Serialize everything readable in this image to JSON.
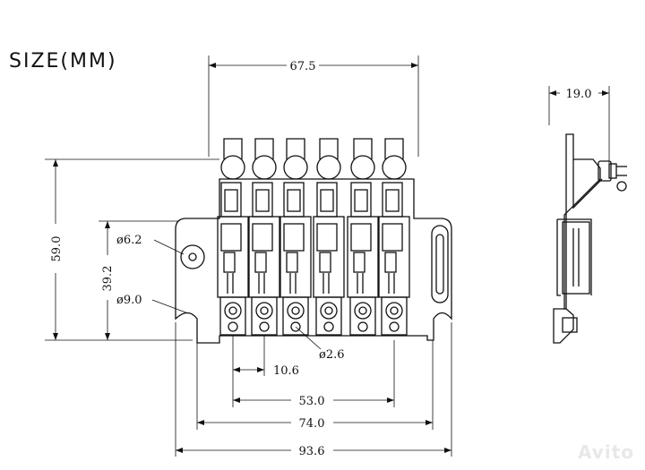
{
  "title": "SIZE(MM)",
  "dimensions": {
    "width_top": "67.5",
    "height_total": "59.0",
    "height_mount": "39.2",
    "hole_large": "ø6.2",
    "hole_small": "ø9.0",
    "hole_screw": "ø2.6",
    "string_pitch": "10.6",
    "span_outer_strings": "53.0",
    "span_studs": "74.0",
    "width_total": "93.6",
    "side_depth": "19.0"
  },
  "watermark": "Avito"
}
